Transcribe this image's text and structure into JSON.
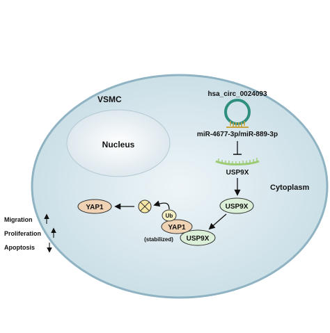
{
  "labels": {
    "cell": "VSMC",
    "nucleus": "Nucleus",
    "cytoplasm": "Cytoplasm",
    "circrna": "hsa_circ_0024093",
    "mirna": "miR-4677-3p/miR-889-3p",
    "mrna": "USP9X",
    "usp9x_protein": "USP9X",
    "usp9x_complex": "USP9X",
    "yap1_left": "YAP1",
    "yap1_complex": "YAP1",
    "ub": "Ub",
    "stabilized": "(stabilized)"
  },
  "phenotypes": [
    {
      "label": "Migration",
      "direction": "up"
    },
    {
      "label": "Proliferation",
      "direction": "up"
    },
    {
      "label": "Apoptosis",
      "direction": "down"
    }
  ],
  "colors": {
    "cell_fill": "#cfe3ea",
    "cell_stroke": "#8fb3c2",
    "nucleus_fill": "#e6eef2",
    "yap1_fill": "#f0d2b4",
    "ub_fill": "#f3eec4",
    "usp9x_fill": "#dcefd8",
    "mrna_color": "#9ccb74",
    "circ_color": "#2f8f7f",
    "mirna_color": "#c8a23c",
    "degrade_fill": "#f6e7a6"
  }
}
